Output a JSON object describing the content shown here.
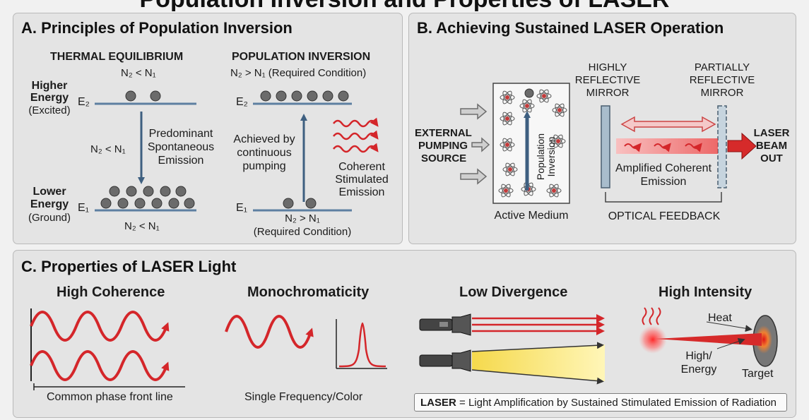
{
  "title": "Population Inversion and Properties of LASER",
  "panel_a": {
    "title": "A. Principles of Population Inversion",
    "thermal": {
      "heading": "THERMAL EQUILIBRIUM",
      "top_condition": "N₂ < N₁",
      "higher_energy": "Higher",
      "higher_energy2": "Energy",
      "excited": "(Excited)",
      "e2": "E₂",
      "mid_condition": "N₂ < N₁",
      "spont1": "Predominant",
      "spont2": "Spontaneous",
      "spont3": "Emission",
      "lower_energy": "Lower",
      "lower_energy2": "Energy",
      "ground": "(Ground)",
      "e1": "E₁",
      "bottom_condition": "N₂ < N₁"
    },
    "inversion": {
      "heading": "POPULATION INVERSION",
      "top_condition": "N₂ > N₁ (Required Condition)",
      "e2": "E₂",
      "pump1": "Achieved by",
      "pump2": "continuous",
      "pump3": "pumping",
      "coh1": "Coherent",
      "coh2": "Stimulated",
      "coh3": "Emission",
      "e1": "E₁",
      "bottom_condition1": "N₂ > N₁",
      "bottom_condition2": "(Required Condition)"
    }
  },
  "panel_b": {
    "title": "B. Achieving Sustained LASER Operation",
    "pump1": "EXTERNAL",
    "pump2": "PUMPING",
    "pump3": "SOURCE",
    "inversion1": "Population",
    "inversion2": "Inversion",
    "active_medium": "Active Medium",
    "hr1": "HIGHLY",
    "hr2": "REFLECTIVE",
    "hr3": "MIRROR",
    "pr1": "PARTIALLY",
    "pr2": "REFLECTIVE",
    "pr3": "MIRROR",
    "amp1": "Amplified Coherent",
    "amp2": "Emission",
    "beam1": "LASER",
    "beam2": "BEAM",
    "beam3": "OUT",
    "feedback": "OPTICAL FEEDBACK"
  },
  "panel_c": {
    "title": "C. Properties of LASER Light",
    "coherence": {
      "heading": "High Coherence",
      "caption": "Common phase front line"
    },
    "mono": {
      "heading": "Monochromaticity",
      "caption": "Single Frequency/Color"
    },
    "divergence": {
      "heading": "Low Divergence"
    },
    "intensity": {
      "heading": "High Intensity",
      "heat": "Heat",
      "energy1": "High/",
      "energy2": "Energy",
      "target": "Target"
    }
  },
  "definition": {
    "term": "LASER",
    "meaning": " = Light Amplification by Sustained Stimulated Emission of Radiation"
  },
  "colors": {
    "level": "#5d7fa1",
    "arrow": "#3e5f80",
    "red": "#d4262a",
    "atom": "#6b6b6b"
  }
}
